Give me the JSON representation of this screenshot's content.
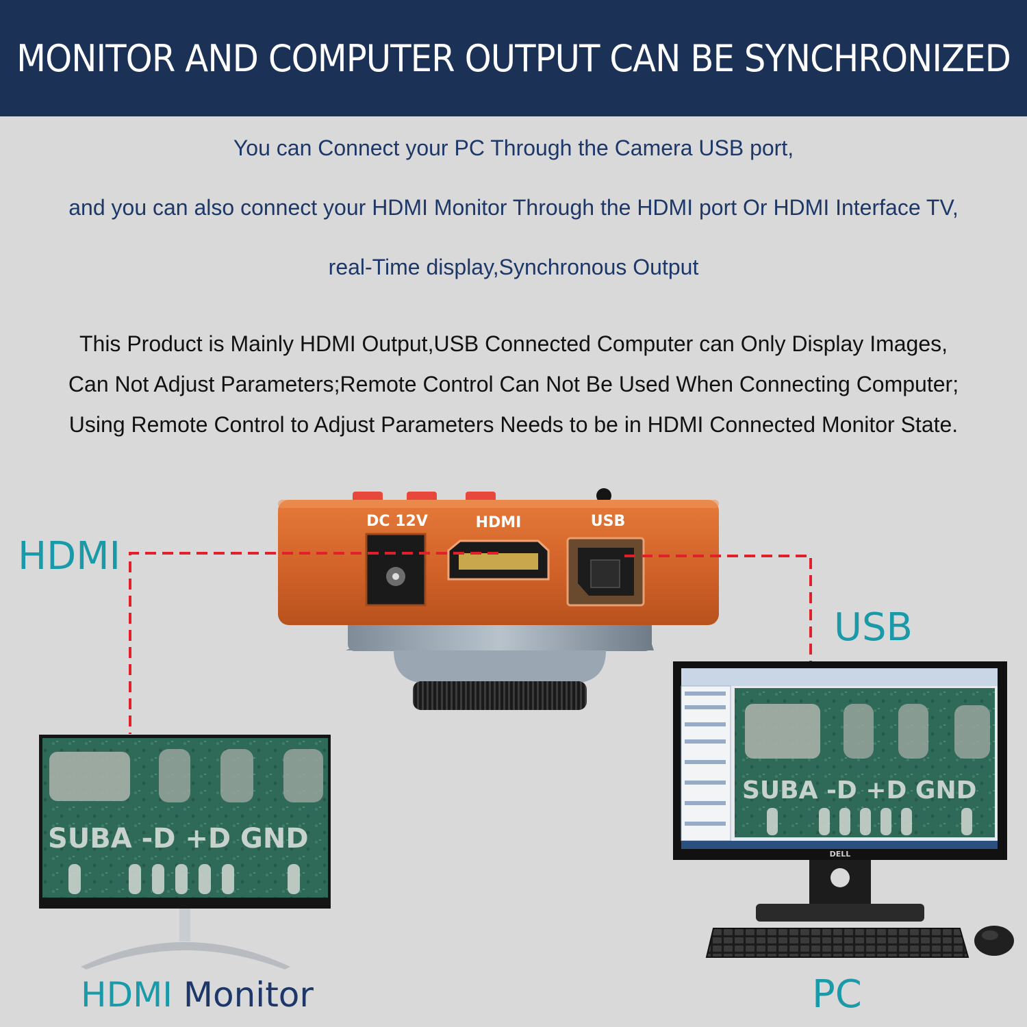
{
  "banner": {
    "title": "MONITOR AND COMPUTER OUTPUT CAN BE SYNCHRONIZED"
  },
  "intro": {
    "line1": "You can Connect your PC Through the Camera USB port,",
    "line2": "and you can also connect your HDMI Monitor Through the HDMI port Or HDMI Interface TV,",
    "line3": "real-Time display,Synchronous Output"
  },
  "notice": {
    "line1": "This Product is Mainly HDMI Output,USB Connected Computer can Only Display Images,",
    "line2": "Can Not Adjust Parameters;Remote Control Can Not Be Used When Connecting Computer;",
    "line3": "Using Remote Control to Adjust Parameters Needs to be in HDMI Connected Monitor State."
  },
  "camera": {
    "port_dc": "DC 12V",
    "port_hdmi": "HDMI",
    "port_usb": "USB"
  },
  "labels": {
    "hdmi": "HDMI",
    "usb": "USB",
    "hdmi_monitor_prefix": "HDMI",
    "hdmi_monitor_suffix": "Monitor",
    "pc": "PC"
  },
  "colors": {
    "banner": "#1b3156",
    "navy_text": "#1d3868",
    "teal": "#1a9aa8",
    "dash_line": "#e0202a",
    "camera_body": "#d8692a"
  },
  "pcb": {
    "legend": "SUBA -D +D GND"
  },
  "pc_monitor": {
    "brand": "DELL"
  }
}
